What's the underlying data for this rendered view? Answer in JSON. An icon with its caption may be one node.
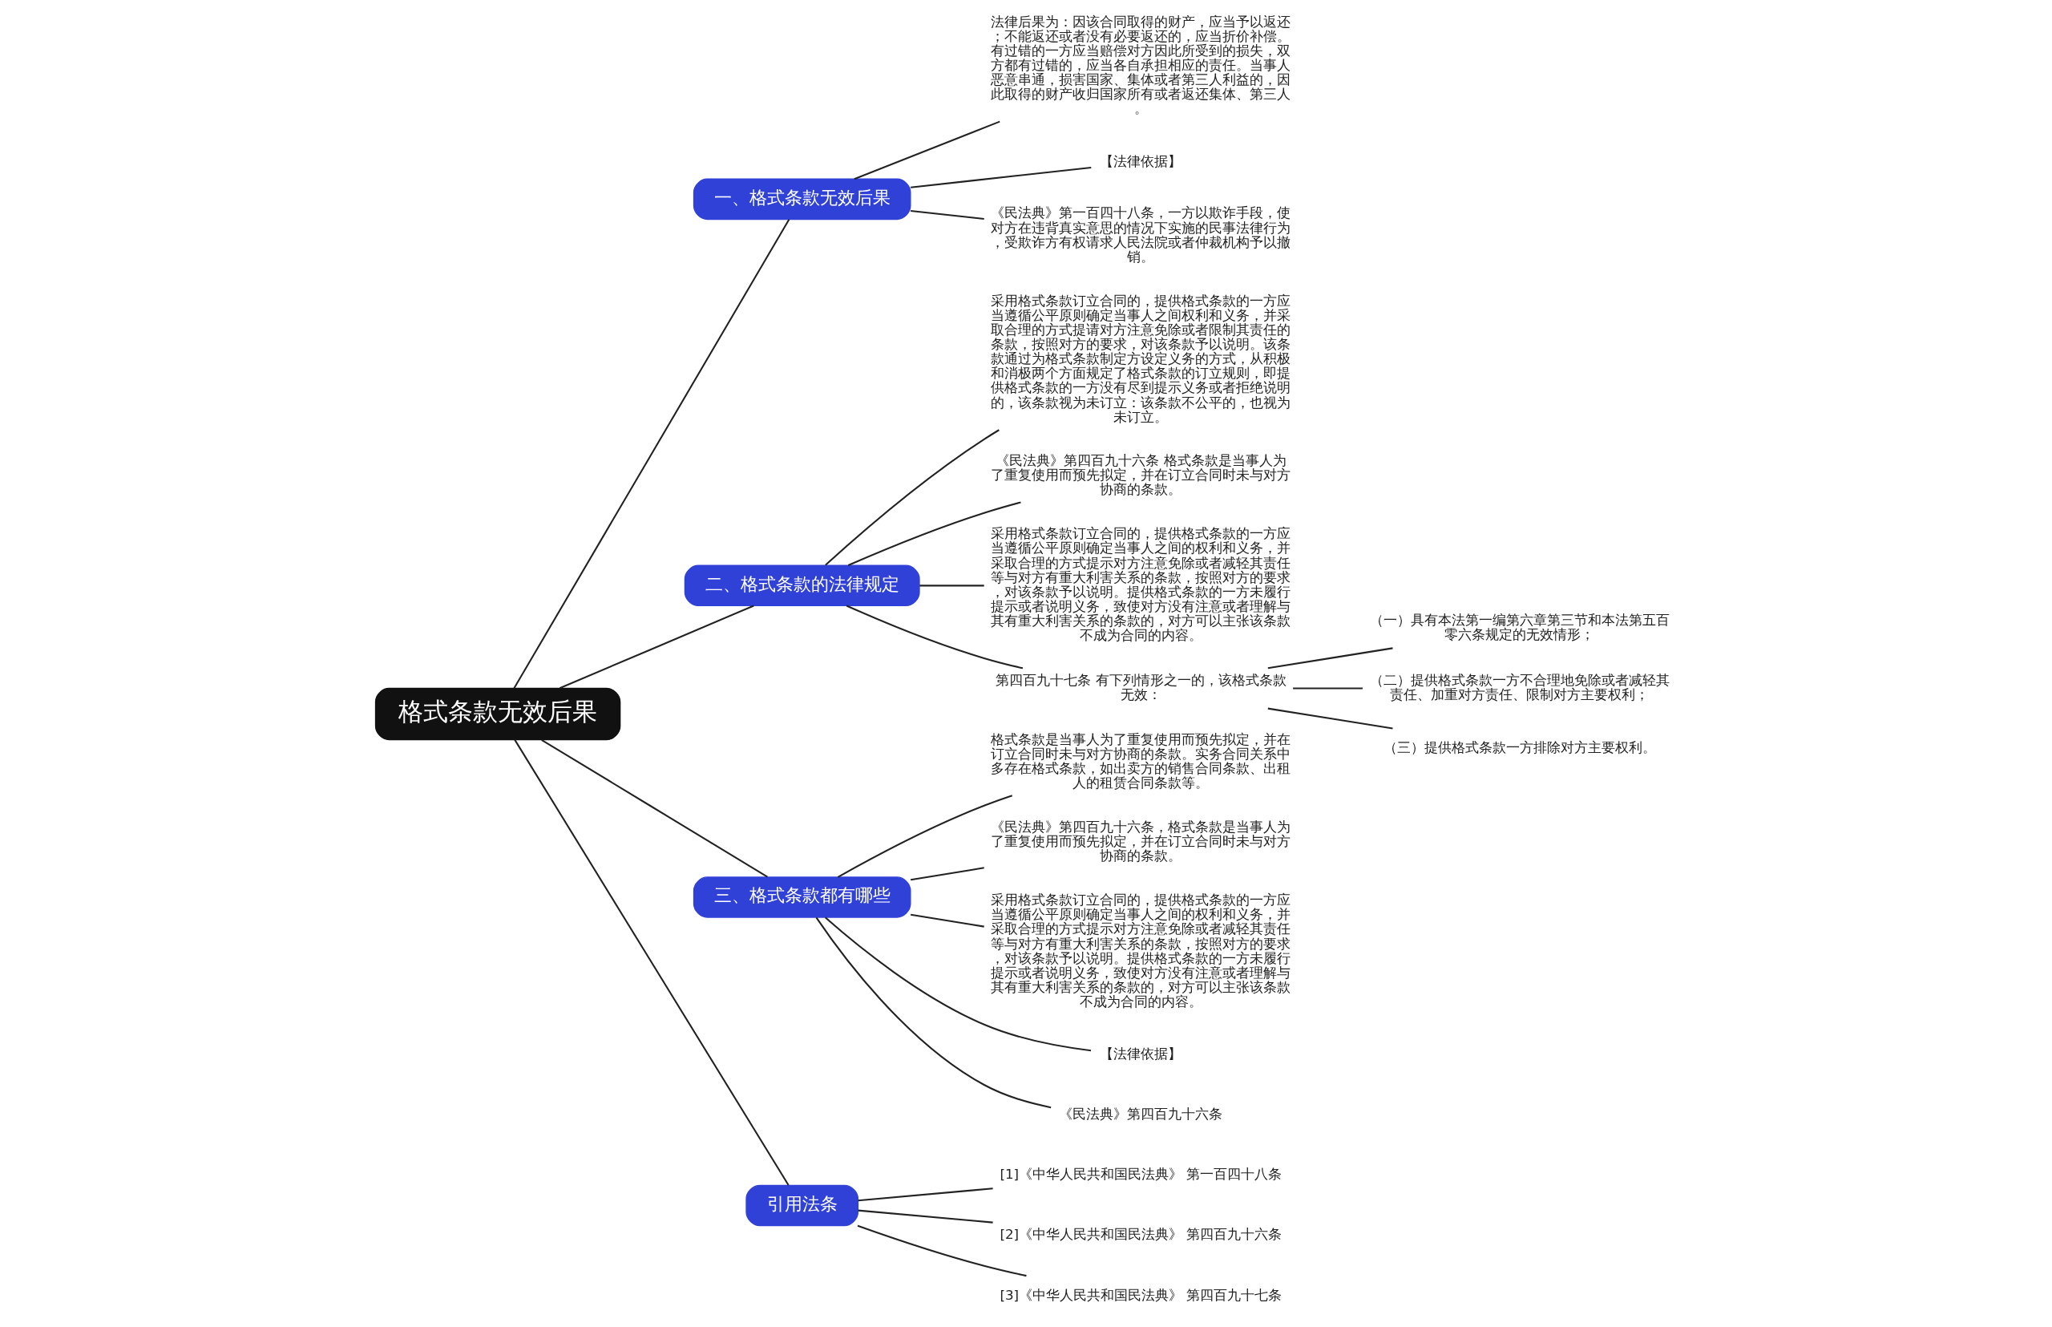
{
  "diagram": {
    "nodes": [
      {
        "text": [
          "格式条款无效后果"
        ]
      },
      {
        "text": [
          "一、格式条款无效后果"
        ]
      },
      {
        "text": [
          "法律后果为：因该合同取得的财产，应当予以返还；不能返还或者没有必要返还的，应当折价补偿。有过错的一方应当赔偿对方因此所受到的损失，双方都有过错的，应当各自承担相应的责任。当事人恶意串通，损害国家、集体或者第三人利益的，因此取得的财产收归国家所有或者返还集体、第三人。"
        ]
      },
      {
        "text": [
          "【法律依据】"
        ]
      },
      {
        "text": [
          "《民法典》第一百四十八条，一方以欺诈手段，使对方在违背真实意思的情况下实施的民事法律行为，受欺诈方有权请求人民法院或者仲裁机构予以撤销。"
        ]
      },
      {
        "text": [
          "二、格式条款的法律规定"
        ]
      },
      {
        "text": [
          "采用格式条款订立合同的，提供格式条款的一方应当遵循公平原则确定当事人之间权利和义务，并采取合理的方式提请对方注意免除或者限制其责任的条款，按照对方的要求，对该条款予以说明。该条款通过为格式条款制定方设定义务的方式，从积极和消极两个方面规定了格式条款的订立规则，即提供格式条款的一方没有尽到提示义务或者拒绝说明的，该条款视为未订立：该条款不公平的，也视为未订立。"
        ]
      },
      {
        "text": [
          "《民法典》第四百九十六条 格式条款是当事人为了重复使用而预先拟定，并在订立合同时未与对方协商的条款。"
        ]
      },
      {
        "text": [
          "采用格式条款订立合同的，提供格式条款的一方应当遵循公平原则确定当事人之间的权利和义务，并采取合理的方式提示对方注意免除或者减轻其责任等与对方有重大利害关系的条款，按照对方的要求，对该条款予以说明。提供格式条款的一方未履行提示或者说明义务，致使对方没有注意或者理解与其有重大利害关系的条款的，对方可以主张该条款不成为合同的内容。"
        ]
      },
      {
        "text": [
          "第四百九十七条 有下列情形之一的，该格式条款无效："
        ]
      },
      {
        "text": [
          "（一）具有本法第一编第六章第三节和本法第五百零六条规定的无效情形；"
        ]
      },
      {
        "text": [
          "（二）提供格式条款一方不合理地免除或者减轻其责任、加重对方责任、限制对方主要权利；"
        ]
      },
      {
        "text": [
          "（三）提供格式条款一方排除对方主要权利。"
        ]
      },
      {
        "text": [
          "三、格式条款都有哪些"
        ]
      },
      {
        "text": [
          "格式条款是当事人为了重复使用而预先拟定，并在订立合同时未与对方协商的条款。实务合同关系中多存在格式条款，如出卖方的销售合同条款、出租人的租赁合同条款等。"
        ]
      },
      {
        "text": [
          "《民法典》第四百九十六条，格式条款是当事人为了重复使用而预先拟定，并在订立合同时未与对方协商的条款。"
        ]
      },
      {
        "text": [
          "采用格式条款订立合同的，提供格式条款的一方应当遵循公平原则确定当事人之间的权利和义务，并采取合理的方式提示对方注意免除或者减轻其责任等与对方有重大利害关系的条款，按照对方的要求，对该条款予以说明。提供格式条款的一方未履行提示或者说明义务，致使对方没有注意或者理解与其有重大利害关系的条款的，对方可以主张该条款不成为合同的内容。"
        ]
      },
      {
        "text": [
          "【法律依据】"
        ]
      },
      {
        "text": [
          "《民法典》第四百九十六条"
        ]
      },
      {
        "text": [
          "引用法条"
        ]
      },
      {
        "text": [
          "[1]《中华人民共和国民法典》 第一百四十八条"
        ]
      },
      {
        "text": [
          "[2]《中华人民共和国民法典》 第四百九十六条"
        ]
      },
      {
        "text": [
          "[3]《中华人民共和国民法典》 第四百九十七条"
        ]
      }
    ],
    "edges": [
      {
        "from": 0,
        "to": 1,
        "arrow": "none"
      },
      {
        "from": 1,
        "to": 2,
        "arrow": "none"
      },
      {
        "from": 1,
        "to": 3,
        "arrow": "none"
      },
      {
        "from": 1,
        "to": 4,
        "arrow": "none"
      },
      {
        "from": 0,
        "to": 5,
        "arrow": "none"
      },
      {
        "from": 5,
        "to": 6,
        "arrow": "none"
      },
      {
        "from": 5,
        "to": 7,
        "arrow": "none"
      },
      {
        "from": 5,
        "to": 8,
        "arrow": "none"
      },
      {
        "from": 5,
        "to": 9,
        "arrow": "none"
      },
      {
        "from": 9,
        "to": 10,
        "arrow": "none"
      },
      {
        "from": 9,
        "to": 11,
        "arrow": "none"
      },
      {
        "from": 9,
        "to": 12,
        "arrow": "none"
      },
      {
        "from": 0,
        "to": 13,
        "arrow": "none"
      },
      {
        "from": 13,
        "to": 14,
        "arrow": "none"
      },
      {
        "from": 13,
        "to": 15,
        "arrow": "none"
      },
      {
        "from": 13,
        "to": 16,
        "arrow": "none"
      },
      {
        "from": 13,
        "to": 17,
        "arrow": "none"
      },
      {
        "from": 13,
        "to": 18,
        "arrow": "none"
      },
      {
        "from": 0,
        "to": 19,
        "arrow": "none"
      },
      {
        "from": 19,
        "to": 20,
        "arrow": "none"
      },
      {
        "from": 19,
        "to": 21,
        "arrow": "none"
      },
      {
        "from": 19,
        "to": 22,
        "arrow": "none"
      }
    ]
  }
}
